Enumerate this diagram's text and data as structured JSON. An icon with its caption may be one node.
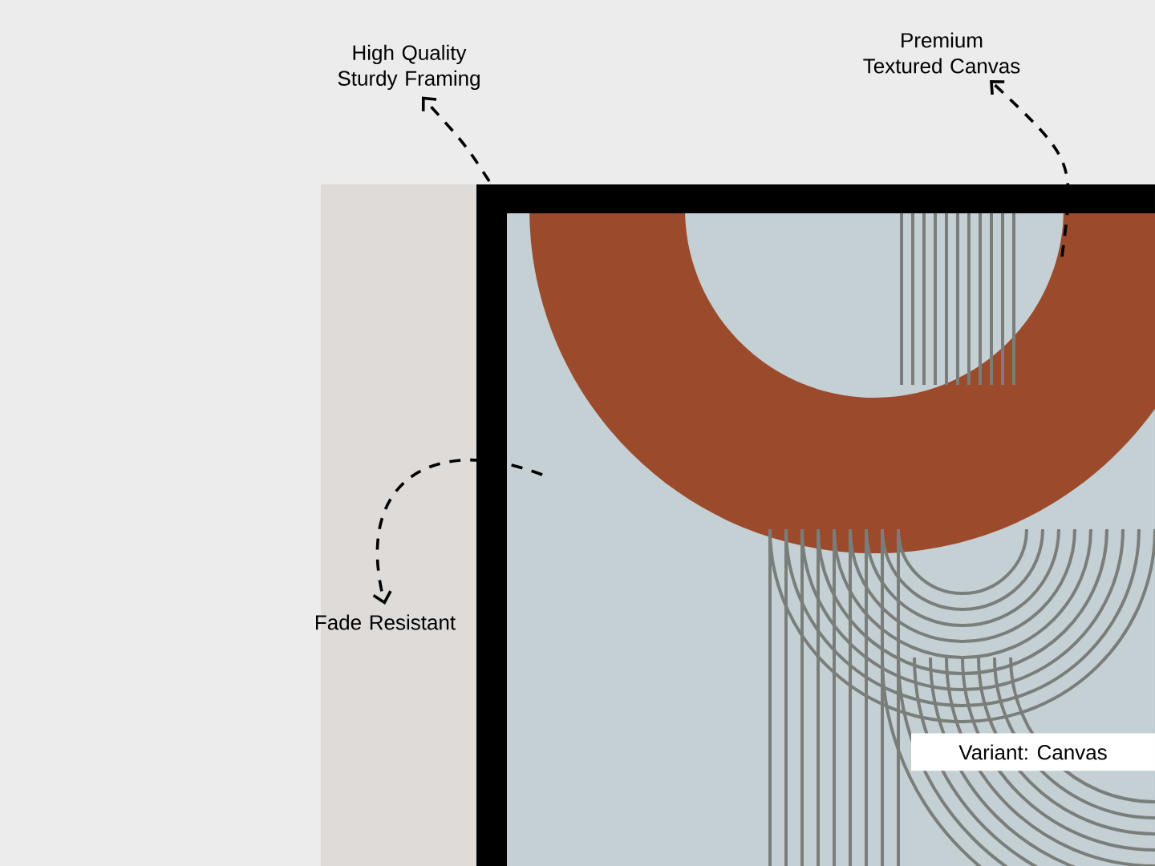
{
  "diagram": {
    "nodes": [
      {
        "text": [
          "High Quality Sturdy Framing"
        ]
      },
      {
        "text": [
          "Premium Textured Canvas"
        ]
      },
      {
        "text": [
          "Fade Resistant"
        ]
      },
      {
        "text": [
          "Variant: Canvas"
        ]
      }
    ],
    "edges": [
      {
        "from": null,
        "to": 0,
        "arrow": "to",
        "style": "dashed"
      },
      {
        "from": null,
        "to": 1,
        "arrow": "to",
        "style": "dashed"
      },
      {
        "from": null,
        "to": 2,
        "arrow": "to",
        "style": "dashed"
      }
    ]
  }
}
